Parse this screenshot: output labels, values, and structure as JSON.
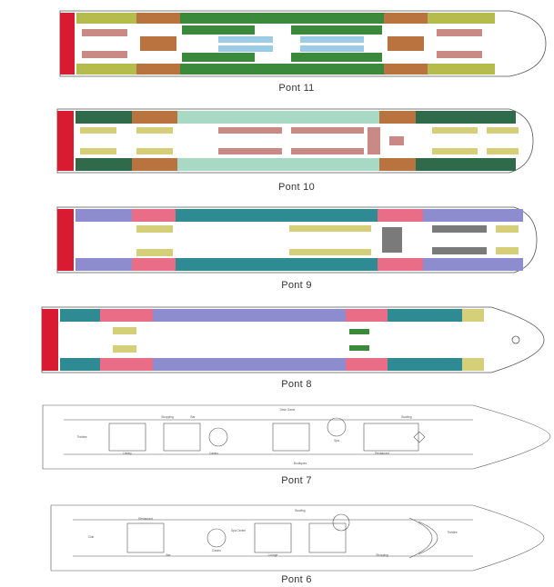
{
  "colors": {
    "red_stern": "#d81b31",
    "green": "#3b8a3c",
    "dark_green": "#2f6b4b",
    "light_green": "#a8d9c5",
    "olive": "#b6bb4e",
    "khaki": "#d6cf7a",
    "orange_brown": "#b8733e",
    "light_blue": "#9ccbe6",
    "salmon": "#c98a86",
    "rose": "#e96d87",
    "purple": "#8c8ccf",
    "teal": "#2e8b94",
    "gray": "#7a7a7a",
    "line": "#555555"
  },
  "decks": [
    {
      "label": "Pont 11"
    },
    {
      "label": "Pont 10"
    },
    {
      "label": "Pont 9"
    },
    {
      "label": "Pont 8"
    },
    {
      "label": "Pont 7"
    },
    {
      "label": "Pont 6"
    }
  ],
  "deck7": {
    "labels": [
      "Deck Game",
      "Bowling",
      "Shopping",
      "Boutiques",
      "Casino",
      "Bar",
      "Library",
      "Restaurant",
      "Théâtre",
      "Spa"
    ]
  },
  "deck6": {
    "labels": [
      "Bowling",
      "Restaurant",
      "Bar",
      "Spa Centre",
      "Casino",
      "Lounge",
      "Théâtre",
      "Shopping",
      "Club"
    ]
  }
}
